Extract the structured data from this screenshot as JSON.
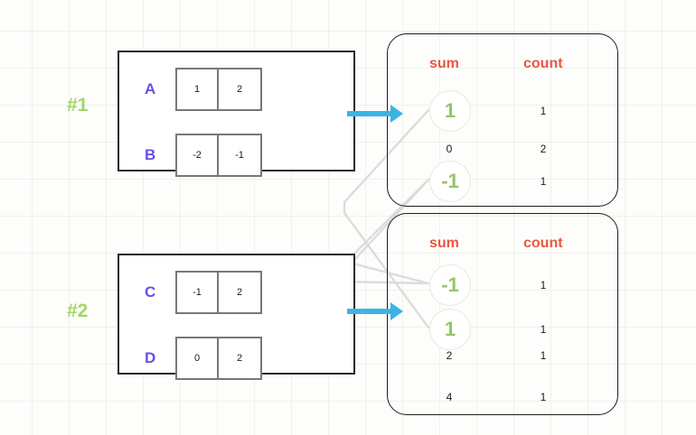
{
  "diagram": {
    "title": "Partial aggregation merge diagram",
    "colors": {
      "background": "#fdfdfb",
      "grid": "#d2d6cd",
      "group_tag": "#92d050",
      "row_label": "#6a4ee8",
      "column_header": "#e8573f",
      "arrow": "#3bb4e5",
      "highlight_value": "#93c763",
      "cell_border": "#787878",
      "box_border": "#2b2b2b",
      "panel_border": "#1c1c1c",
      "connector": "#d9d9d9"
    },
    "groups": [
      {
        "tag": "#1",
        "rows": [
          {
            "label": "A",
            "cells": [
              "1",
              "2"
            ]
          },
          {
            "label": "B",
            "cells": [
              "-2",
              "-1"
            ]
          }
        ],
        "arrow_icon": "right-arrow-icon",
        "table": {
          "headers": {
            "sum": "sum",
            "count": "count"
          },
          "rows": [
            {
              "sum": "1",
              "count": "1",
              "highlighted": true
            },
            {
              "sum": "0",
              "count": "2",
              "highlighted": false
            },
            {
              "sum": "-1",
              "count": "1",
              "highlighted": true
            }
          ]
        }
      },
      {
        "tag": "#2",
        "rows": [
          {
            "label": "C",
            "cells": [
              "-1",
              "2"
            ]
          },
          {
            "label": "D",
            "cells": [
              "0",
              "2"
            ]
          }
        ],
        "arrow_icon": "right-arrow-icon",
        "table": {
          "headers": {
            "sum": "sum",
            "count": "count"
          },
          "rows": [
            {
              "sum": "-1",
              "count": "1",
              "highlighted": true
            },
            {
              "sum": "1",
              "count": "1",
              "highlighted": true
            },
            {
              "sum": "2",
              "count": "1",
              "highlighted": false
            },
            {
              "sum": "4",
              "count": "1",
              "highlighted": false
            }
          ]
        }
      }
    ],
    "connectors": [
      {
        "from": "group1.sum.1",
        "to": "group2.sum.1"
      },
      {
        "from": "group1.sum.-1",
        "to": "group2.sum.-1"
      }
    ]
  }
}
